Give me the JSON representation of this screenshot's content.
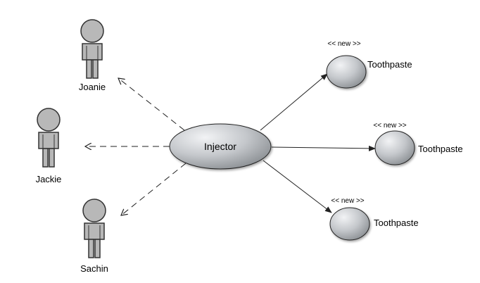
{
  "diagram": {
    "center": {
      "label": "Injector"
    },
    "actors": [
      {
        "name": "Joanie"
      },
      {
        "name": "Jackie"
      },
      {
        "name": "Sachin"
      }
    ],
    "products": [
      {
        "stereotype": "<< new >>",
        "label": "Toothpaste"
      },
      {
        "stereotype": "<< new >>",
        "label": "Toothpaste"
      },
      {
        "stereotype": "<< new >>",
        "label": "Toothpaste"
      }
    ],
    "colors": {
      "actor_fill": "#b8b8b8",
      "actor_stroke": "#333333",
      "edge": "#222222",
      "node_light": "#eef0f2",
      "node_dark": "#8e9296"
    }
  }
}
